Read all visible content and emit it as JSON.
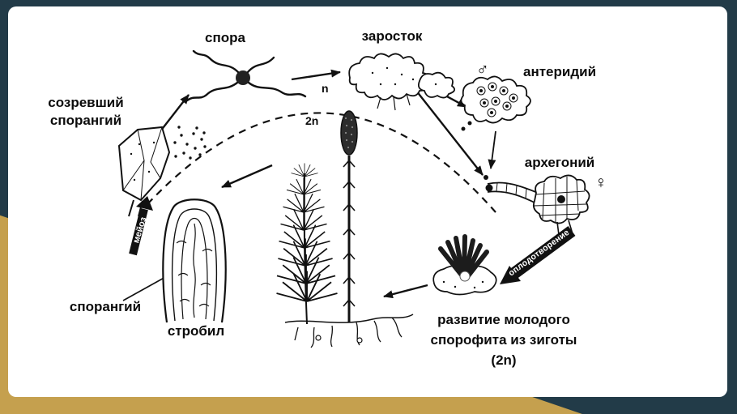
{
  "slide": {
    "colors": {
      "teal": "#223b48",
      "gold": "#c5a04e",
      "paper": "#ffffff",
      "ink": "#0b0b0b"
    }
  },
  "diagram": {
    "labels": {
      "mature_sporangium_line1": "созревший",
      "mature_sporangium_line2": "спорангий",
      "spore": "спора",
      "prothallus": "заросток",
      "male_symbol": "♂",
      "antheridium": "антеридий",
      "archegonium": "архегоний",
      "female_symbol": "♀",
      "ploidy_n": "n",
      "ploidy_2n": "2n",
      "meiosis": "мейоз",
      "fertilization": "оплодотворение",
      "sporangium": "спорангий",
      "strobilus": "стробил",
      "development_line1": "развитие молодого",
      "development_line2": "спорофита из зиготы",
      "development_line3": "(2n)"
    }
  }
}
